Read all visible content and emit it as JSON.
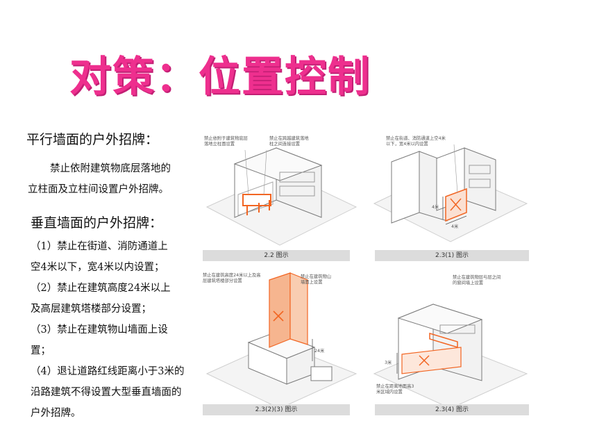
{
  "title": "对策：位置控制",
  "section1": {
    "heading": "平行墙面的户外招牌：",
    "lines": [
      "禁止依附建筑物底层落地的",
      "立柱面及立柱间设置户外招牌。"
    ]
  },
  "section2": {
    "heading": "垂直墙面的户外招牌：",
    "lines": [
      "（1）禁止在街道、消防通道上",
      "空4米以下，宽4米以内设置；",
      "（2）禁止在建筑高度24米以上",
      "及高层建筑塔楼部分设置；",
      "（3）禁止在建筑物山墙面上设置；",
      "（4）退让道路红线距离小于3米的",
      "沿路建筑不得设置大型垂直墙面的",
      "户外招牌。"
    ]
  },
  "diagrams": [
    {
      "caption": "2.2 图示",
      "notes": [
        "禁止依附于建筑物底层",
        "落地立柱面设置",
        "禁止在跨越建筑落地",
        "柱之间连接设置"
      ]
    },
    {
      "caption": "2.3(1) 图示",
      "notes": [
        "禁止在街道、消防通道上空4米",
        "以下，宽4米以内设置"
      ],
      "dims": [
        "4米",
        "4米"
      ]
    },
    {
      "caption": "2.3(2)(3) 图示",
      "notes": [
        "禁止在建筑高度24米以上及高",
        "层建筑塔楼部分设置",
        "禁止在建筑物山",
        "墙面上设置"
      ],
      "dims": [
        "24米"
      ]
    },
    {
      "caption": "2.3(4) 图示",
      "notes": [
        "禁止在建筑物层与层之间",
        "的窗间墙上设置",
        "禁止在距离地面高3",
        "米区域内设置"
      ],
      "dims": [
        "3米"
      ]
    }
  ],
  "colors": {
    "title": "#ee2f8e",
    "highlight": "#f26522",
    "building": "#ffffff",
    "outline": "#7a7a7a"
  }
}
